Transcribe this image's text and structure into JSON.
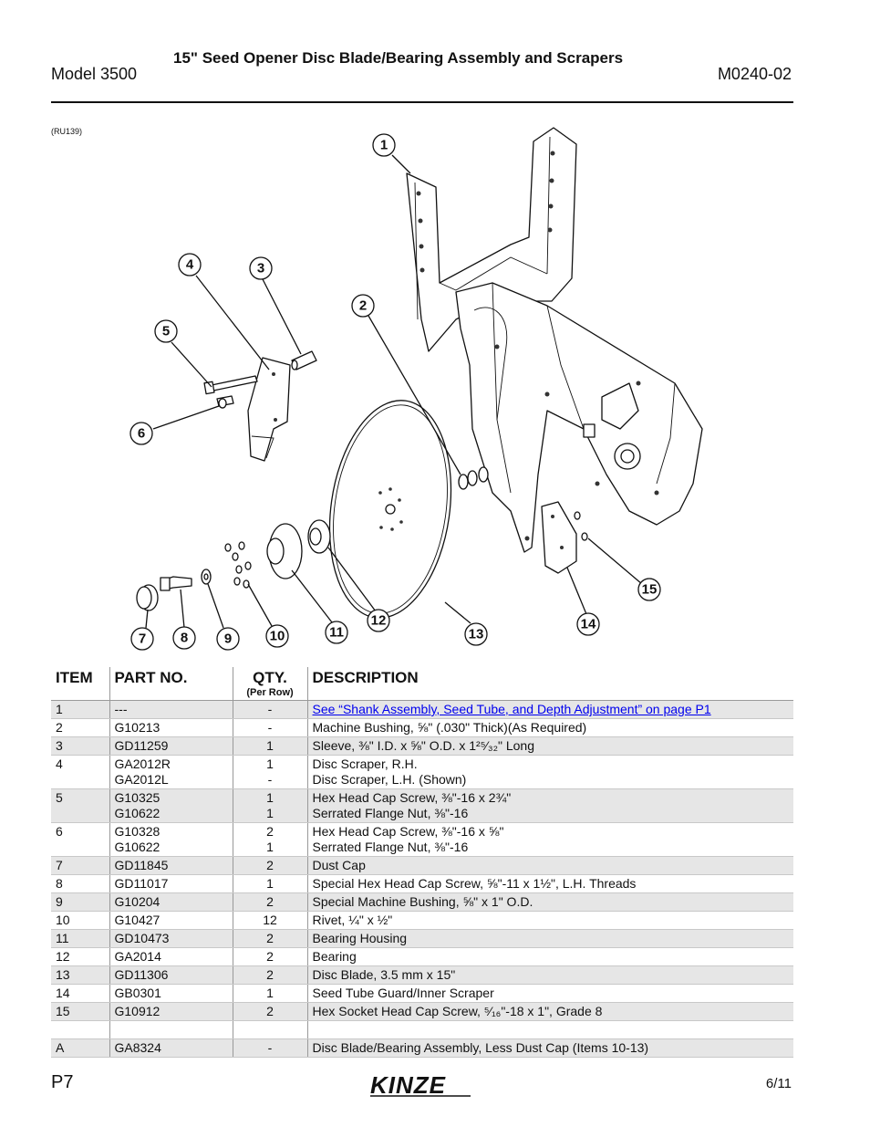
{
  "header": {
    "title": "15\" Seed Opener Disc Blade/Bearing Assembly and Scrapers",
    "model": "Model 3500",
    "doc_number": "M0240-02"
  },
  "figure": {
    "reference": "(RU139)",
    "callouts": [
      "1",
      "2",
      "3",
      "4",
      "5",
      "6",
      "7",
      "8",
      "9",
      "10",
      "11",
      "12",
      "13",
      "14",
      "15"
    ]
  },
  "table": {
    "headers": {
      "item": "ITEM",
      "part_no": "PART NO.",
      "qty": "QTY.",
      "qty_sub": "(Per Row)",
      "description": "DESCRIPTION"
    },
    "rows": [
      {
        "item": "1",
        "parts": [
          "---"
        ],
        "qty": [
          "-"
        ],
        "desc": [
          "See “Shank Assembly, Seed Tube, and Depth Adjustment” on page P1"
        ],
        "link": true,
        "shade": true
      },
      {
        "item": "2",
        "parts": [
          "G10213"
        ],
        "qty": [
          "-"
        ],
        "desc": [
          "Machine Bushing, ⅝\" (.030\" Thick)(As Required)"
        ],
        "shade": false
      },
      {
        "item": "3",
        "parts": [
          "GD11259"
        ],
        "qty": [
          "1"
        ],
        "desc": [
          "Sleeve, ⅜\" I.D. x ⅝\" O.D. x 1²⁵⁄₃₂\" Long"
        ],
        "shade": true
      },
      {
        "item": "4",
        "parts": [
          "GA2012R",
          "GA2012L"
        ],
        "qty": [
          "1",
          "-"
        ],
        "desc": [
          "Disc Scraper, R.H.",
          "Disc Scraper, L.H. (Shown)"
        ],
        "shade": false
      },
      {
        "item": "5",
        "parts": [
          "G10325",
          "G10622"
        ],
        "qty": [
          "1",
          "1"
        ],
        "desc": [
          "Hex Head Cap Screw, ⅜\"-16 x 2¾\"",
          "Serrated Flange Nut, ⅜\"-16"
        ],
        "shade": true
      },
      {
        "item": "6",
        "parts": [
          "G10328",
          "G10622"
        ],
        "qty": [
          "2",
          "1"
        ],
        "desc": [
          "Hex Head Cap Screw, ⅜\"-16 x ⅝\"",
          "Serrated Flange Nut, ⅜\"-16"
        ],
        "shade": false
      },
      {
        "item": "7",
        "parts": [
          "GD11845"
        ],
        "qty": [
          "2"
        ],
        "desc": [
          "Dust Cap"
        ],
        "shade": true
      },
      {
        "item": "8",
        "parts": [
          "GD11017"
        ],
        "qty": [
          "1"
        ],
        "desc": [
          "Special Hex Head Cap Screw, ⅝\"-11 x 1½\", L.H. Threads"
        ],
        "shade": false
      },
      {
        "item": "9",
        "parts": [
          "G10204"
        ],
        "qty": [
          "2"
        ],
        "desc": [
          "Special Machine Bushing, ⅝\" x 1\" O.D."
        ],
        "shade": true
      },
      {
        "item": "10",
        "parts": [
          "G10427"
        ],
        "qty": [
          "12"
        ],
        "desc": [
          "Rivet, ¼\" x ½\""
        ],
        "shade": false
      },
      {
        "item": "11",
        "parts": [
          "GD10473"
        ],
        "qty": [
          "2"
        ],
        "desc": [
          "Bearing Housing"
        ],
        "shade": true
      },
      {
        "item": "12",
        "parts": [
          "GA2014"
        ],
        "qty": [
          "2"
        ],
        "desc": [
          "Bearing"
        ],
        "shade": false
      },
      {
        "item": "13",
        "parts": [
          "GD11306"
        ],
        "qty": [
          "2"
        ],
        "desc": [
          "Disc Blade, 3.5 mm x 15\""
        ],
        "shade": true
      },
      {
        "item": "14",
        "parts": [
          "GB0301"
        ],
        "qty": [
          "1"
        ],
        "desc": [
          "Seed Tube Guard/Inner Scraper"
        ],
        "shade": false
      },
      {
        "item": "15",
        "parts": [
          "G10912"
        ],
        "qty": [
          "2"
        ],
        "desc": [
          "Hex Socket Head Cap Screw, ⁵⁄₁₆\"-18 x 1\", Grade 8"
        ],
        "shade": true
      },
      {
        "item": "",
        "parts": [
          ""
        ],
        "qty": [
          ""
        ],
        "desc": [
          ""
        ],
        "shade": false,
        "spacer": true
      },
      {
        "item": "A",
        "parts": [
          "GA8324"
        ],
        "qty": [
          "-"
        ],
        "desc": [
          "Disc Blade/Bearing Assembly, Less Dust Cap (Items 10-13)"
        ],
        "shade": true
      }
    ]
  },
  "footer": {
    "page": "P7",
    "logo_text": "KINZE",
    "date": "6/11"
  }
}
